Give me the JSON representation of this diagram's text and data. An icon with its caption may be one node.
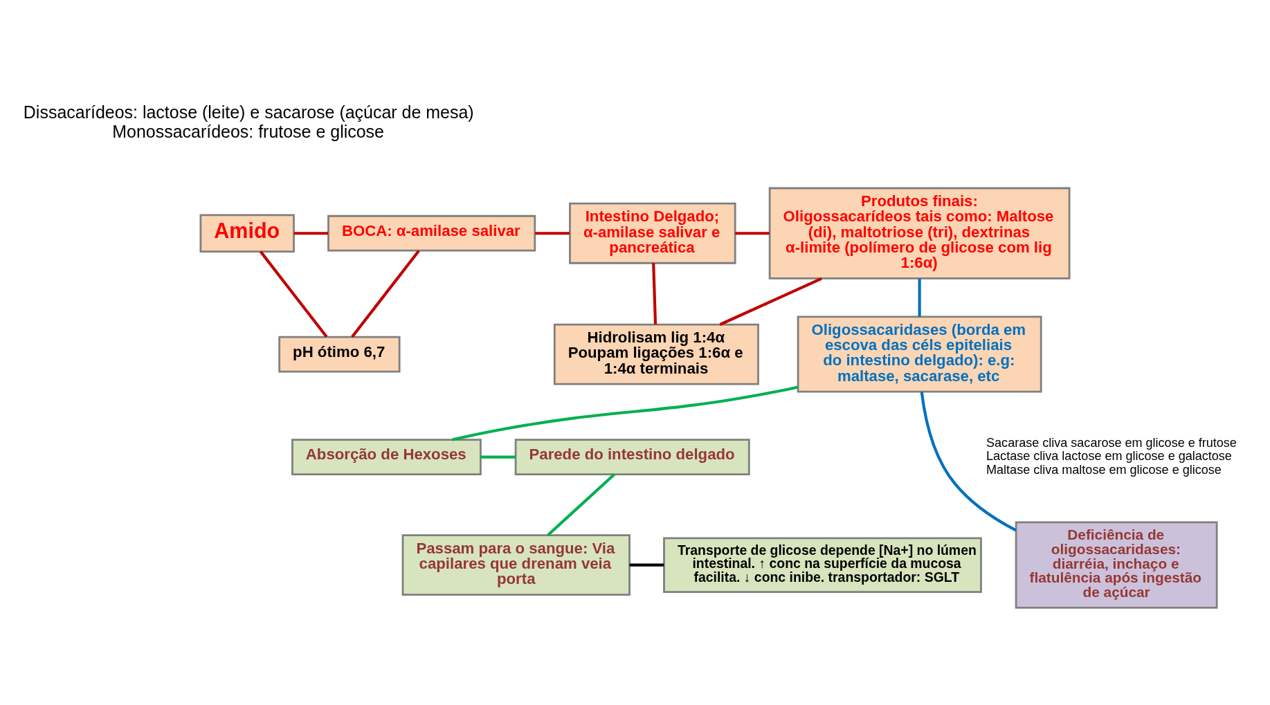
{
  "diagram": {
    "nodes": [
      {
        "text": [
          "Amido"
        ]
      },
      {
        "text": [
          "BOCA: α-amilase salivar"
        ]
      },
      {
        "text": [
          "pH ótimo 6,7"
        ]
      },
      {
        "text": [
          "Intestino Delgado; α-amilase salivar e pancreática"
        ]
      },
      {
        "text": [
          "Produtos finais:",
          "Oligossacarídeos tais como: Maltose (di), maltotriose (tri), dextrinas α-limite (polímero de glicose com lig 1:6α)"
        ]
      },
      {
        "text": [
          "Hidrolisam lig 1:4α Poupam ligações 1:6α e 1:4α terminais"
        ]
      },
      {
        "text": [
          "Oligossacaridases (borda em escova das céls epiteliais do intestino delgado): e.g: maltase, sacarase, etc"
        ]
      },
      {
        "text": [
          "Parede do intestino delgado"
        ]
      },
      {
        "text": [
          "Absorção de Hexoses"
        ]
      },
      {
        "text": [
          "Passam para o sangue: Via capilares que drenam veia porta"
        ]
      },
      {
        "text": [
          "Transporte de glicose depende [Na+] no lúmen intestinal. ↑ conc na superfície da mucosa facilita. ↓ conc inibe. transportador: SGLT"
        ]
      },
      {
        "text": [
          "Deficiência de oligossacaridases: diarréia, inchaço e flatulência após ingestão de açúcar"
        ]
      }
    ],
    "edges": [
      {
        "from": 0,
        "to": 1,
        "arrow": "none"
      },
      {
        "from": 1,
        "to": 3,
        "arrow": "none"
      },
      {
        "from": 3,
        "to": 4,
        "arrow": "none"
      },
      {
        "from": 0,
        "to": 2,
        "arrow": "none"
      },
      {
        "from": 2,
        "to": 1,
        "arrow": "none"
      },
      {
        "from": 3,
        "to": 5,
        "arrow": "none"
      },
      {
        "from": 4,
        "to": 5,
        "arrow": "none"
      },
      {
        "from": 4,
        "to": 6,
        "arrow": "none",
        "color": "#0070c0"
      },
      {
        "from": 6,
        "to": 8,
        "arrow": "none",
        "color": "#00b050"
      },
      {
        "from": 8,
        "to": 7,
        "arrow": "none",
        "color": "#00b050"
      },
      {
        "from": 7,
        "to": 9,
        "arrow": "none",
        "color": "#00b050"
      },
      {
        "from": 9,
        "to": 10,
        "arrow": "none",
        "color": "#000000"
      },
      {
        "from": 6,
        "to": 11,
        "arrow": "none",
        "color": "#0070c0"
      }
    ],
    "labels": [
      "Dissacarídeos: lactose (leite) e sacarose (açúcar de mesa)",
      "Monossacarídeos: frutose e glicose",
      "Sacarase cliva sacarose em glicose e frutose",
      "Lactase cliva lactose em glicose e galactose",
      "Maltase cliva maltose em glicose e glicose"
    ]
  }
}
